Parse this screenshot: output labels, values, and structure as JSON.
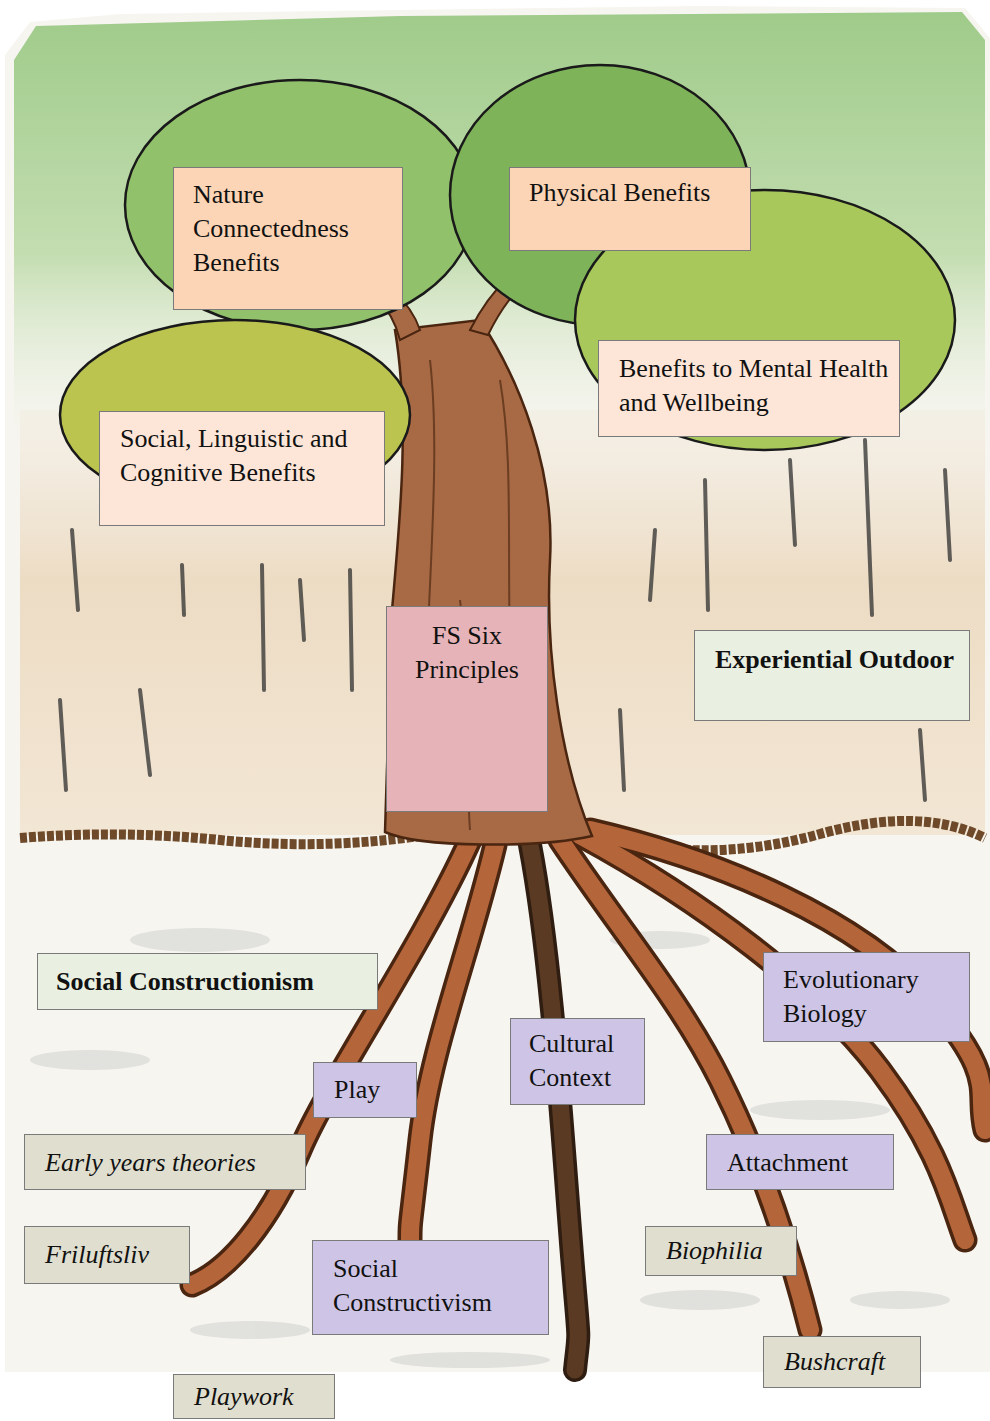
{
  "diagram": {
    "nodes": [
      {
        "text": [
          "Nature Connectedness Benefits"
        ]
      },
      {
        "text": [
          "Physical Benefits"
        ]
      },
      {
        "text": [
          "Benefits to Mental Health and Wellbeing"
        ]
      },
      {
        "text": [
          "Social, Linguistic and Cognitive Benefits"
        ]
      },
      {
        "text": [
          "FS Six Principles"
        ]
      },
      {
        "text": [
          "Experiential Outdoor"
        ]
      },
      {
        "text": [
          "Social Constructionism"
        ]
      },
      {
        "text": [
          "Evolutionary Biology"
        ]
      },
      {
        "text": [
          "Cultural Context"
        ]
      },
      {
        "text": [
          "Play"
        ]
      },
      {
        "text": [
          "Early years theories"
        ]
      },
      {
        "text": [
          "Attachment"
        ]
      },
      {
        "text": [
          "Friluftsliv"
        ]
      },
      {
        "text": [
          "Biophilia"
        ]
      },
      {
        "text": [
          "Social Constructivism"
        ]
      },
      {
        "text": [
          "Bushcraft"
        ]
      },
      {
        "text": [
          "Playwork"
        ]
      }
    ]
  }
}
